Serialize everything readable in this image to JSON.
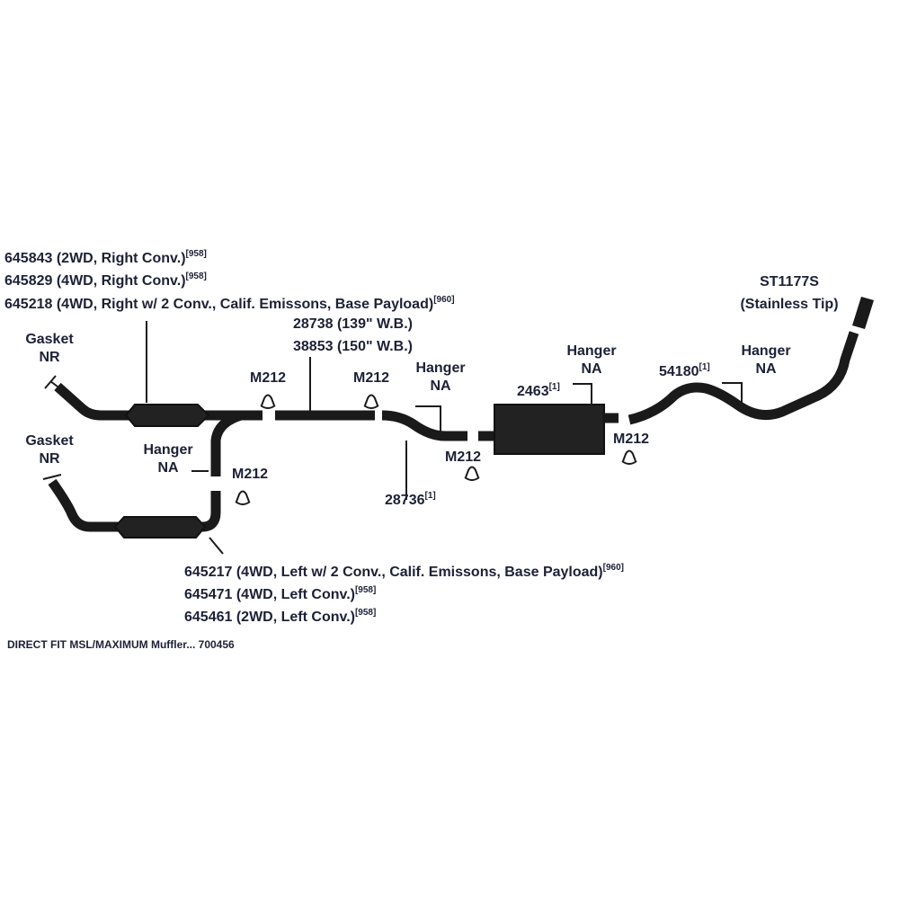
{
  "right_pipe_labels": [
    {
      "text": "645843 (2WD, Right Conv.)",
      "note": "[958]"
    },
    {
      "text": "645829 (4WD, Right Conv.)",
      "note": "[958]"
    },
    {
      "text": "645218 (4WD, Right w/ 2 Conv., Calif. Emissons, Base Payload)",
      "note": "[960]"
    }
  ],
  "intermediate_pipe_labels": [
    "28738 (139\" W.B.)",
    "38853 (150\" W.B.)"
  ],
  "tip": {
    "part": "ST1177S",
    "desc": "(Stainless Tip)"
  },
  "gasket": {
    "line1": "Gasket",
    "line2": "NR"
  },
  "hanger": {
    "line1": "Hanger",
    "line2": "NA"
  },
  "clamp": "M212",
  "parts": {
    "muffler": {
      "text": "2463",
      "note": "[1]"
    },
    "tailpipe": {
      "text": "54180",
      "note": "[1]"
    },
    "extension": {
      "text": "28736",
      "note": "[1]"
    }
  },
  "left_pipe_labels": [
    {
      "text": "645217 (4WD, Left w/ 2 Conv., Calif. Emissons, Base Payload)",
      "note": "[960]"
    },
    {
      "text": "645471 (4WD, Left Conv.)",
      "note": "[958]"
    },
    {
      "text": "645461 (2WD, Left Conv.)",
      "note": "[958]"
    }
  ],
  "footer": "DIRECT FIT MSL/MAXIMUM Muffler... 700456"
}
